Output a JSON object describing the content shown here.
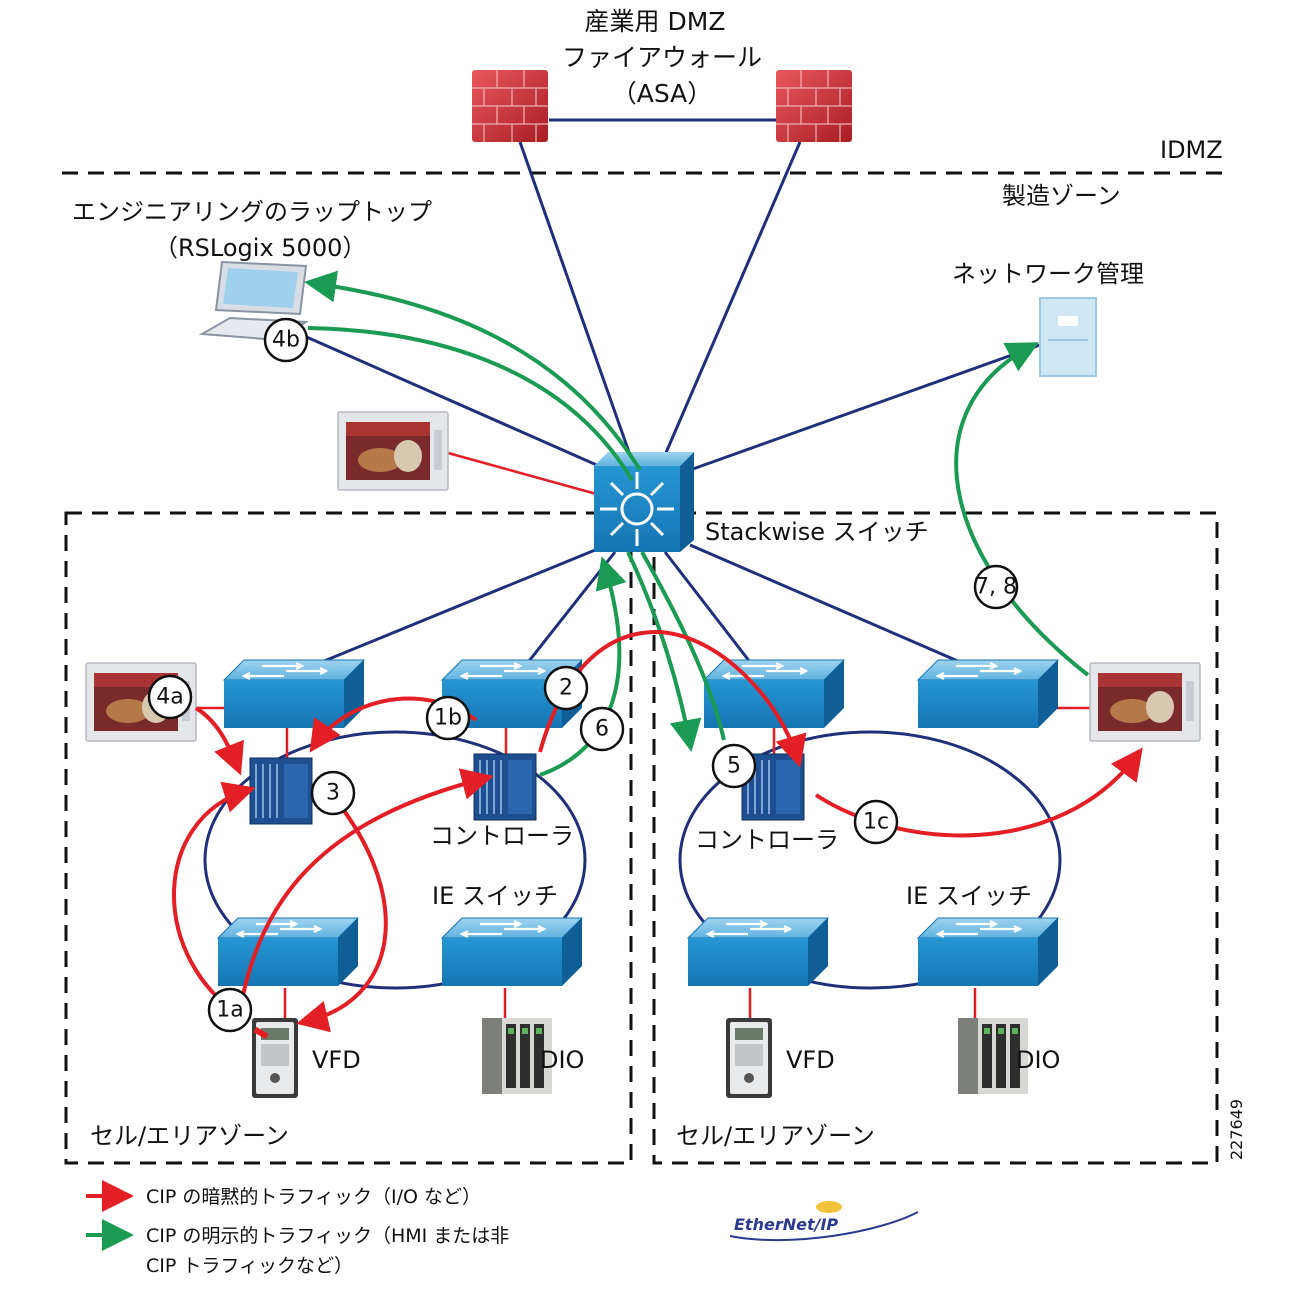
{
  "labels": {
    "dmz_line1": "産業用 DMZ",
    "dmz_line2": "ファイアウォール",
    "dmz_line3": "（ASA）",
    "idmz": "IDMZ",
    "mfg_zone": "製造ゾーン",
    "laptop_line1": "エンジニアリングのラップトップ",
    "laptop_line2": "（RSLogix 5000）",
    "netmgmt": "ネットワーク管理",
    "stackwise": "Stackwise スイッチ",
    "controller_left": "コントローラ",
    "controller_right": "コントローラ",
    "ie_switch_left": "IE スイッチ",
    "ie_switch_right": "IE スイッチ",
    "vfd_left": "VFD",
    "dio_left": "DIO",
    "vfd_right": "VFD",
    "dio_right": "DIO",
    "cell_left": "セル/エリアゾーン",
    "cell_right": "セル/エリアゾーン",
    "figure_id": "227649"
  },
  "markers": [
    "1a",
    "1b",
    "1c",
    "2",
    "3",
    "4a",
    "4b",
    "5",
    "6",
    "7, 8"
  ],
  "legend": {
    "implicit": "CIP の暗黙的トラフィック（I/O など）",
    "explicit_line1": "CIP の明示的トラフィック（HMI または非",
    "explicit_line2": "CIP トラフィックなど）"
  },
  "logo": {
    "text": "EtherNet/IP"
  },
  "colors": {
    "link": "#1f2f7a",
    "implicit": "#e31e24",
    "explicit": "#1a9a52",
    "switch": "#1e8fc8",
    "firewall": "#c8242c"
  },
  "icons": [
    "firewall-icon",
    "laptop-icon",
    "server-icon",
    "hmi-panel-icon",
    "stackwise-switch-icon",
    "ie-switch-icon",
    "controller-icon",
    "vfd-icon",
    "dio-icon",
    "ethernet-ip-logo"
  ]
}
